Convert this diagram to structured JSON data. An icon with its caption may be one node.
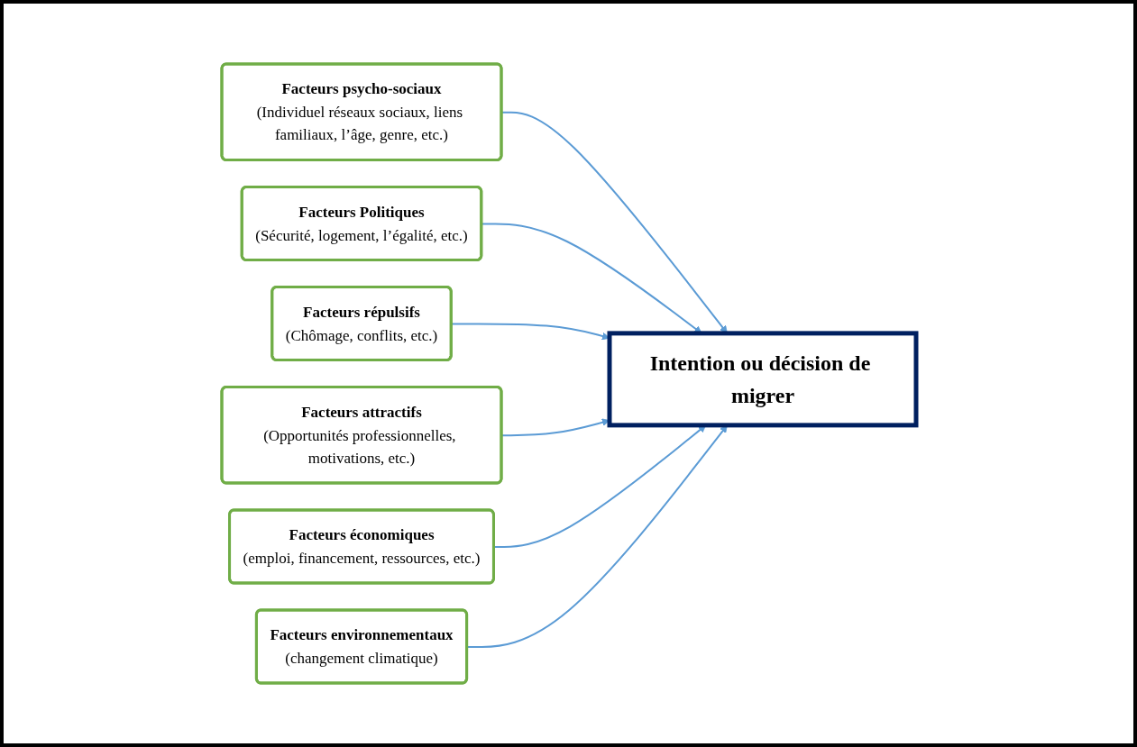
{
  "diagram": {
    "nodes": [
      {
        "text": [
          "Facteurs psycho-sociaux",
          "(Individuel réseaux sociaux, liens familiaux, l’âge, genre, etc.)"
        ]
      },
      {
        "text": [
          "Facteurs Politiques",
          "(Sécurité, logement, l’égalité, etc.)"
        ]
      },
      {
        "text": [
          "Facteurs répulsifs",
          "(Chômage, conflits, etc.)"
        ]
      },
      {
        "text": [
          "Intention ou décision de migrer"
        ]
      },
      {
        "text": [
          "Facteurs attractifs",
          "(Opportunités professionnelles, motivations, etc.)"
        ]
      },
      {
        "text": [
          "Facteurs économiques",
          "(emploi, financement, ressources, etc.)"
        ]
      },
      {
        "text": [
          "Facteurs environnementaux",
          "(changement climatique)"
        ]
      }
    ],
    "edges": [
      {
        "from": 0,
        "to": 3,
        "arrow": "to"
      },
      {
        "from": 1,
        "to": 3,
        "arrow": "to"
      },
      {
        "from": 2,
        "to": 3,
        "arrow": "to"
      },
      {
        "from": 4,
        "to": 3,
        "arrow": "to"
      },
      {
        "from": 5,
        "to": 3,
        "arrow": "to"
      },
      {
        "from": 6,
        "to": 3,
        "arrow": "to"
      }
    ]
  }
}
